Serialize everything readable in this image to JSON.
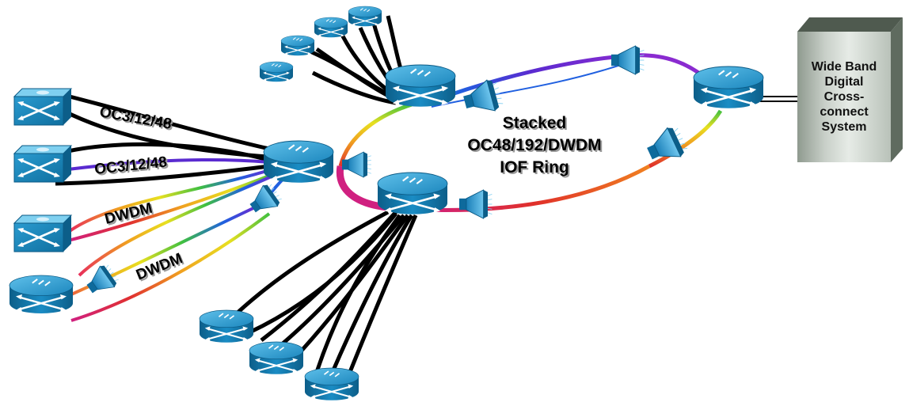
{
  "links": {
    "oc_top": "OC3/12/48",
    "oc_bottom": "OC3/12/48",
    "dwdm_top": "DWDM",
    "dwdm_bottom": "DWDM"
  },
  "ring": {
    "line1": "Stacked",
    "line2": "OC48/192/DWDM",
    "line3": "IOF Ring"
  },
  "wideband": {
    "label": "Wide Band Digital Cross-connect System"
  },
  "colors": {
    "device_blue": "#1f8fc4",
    "device_dark": "#0d5f8a",
    "ring_violet": "#5a2bd0",
    "ring_red": "#e0302a",
    "ring_yellow": "#e8e020",
    "ring_green": "#40c040",
    "wideband_box": "#5f6b5f"
  },
  "icons": {
    "router": "router-icon",
    "switch": "atm-switch-icon",
    "dwdm": "dwdm-multiplexer-icon"
  }
}
